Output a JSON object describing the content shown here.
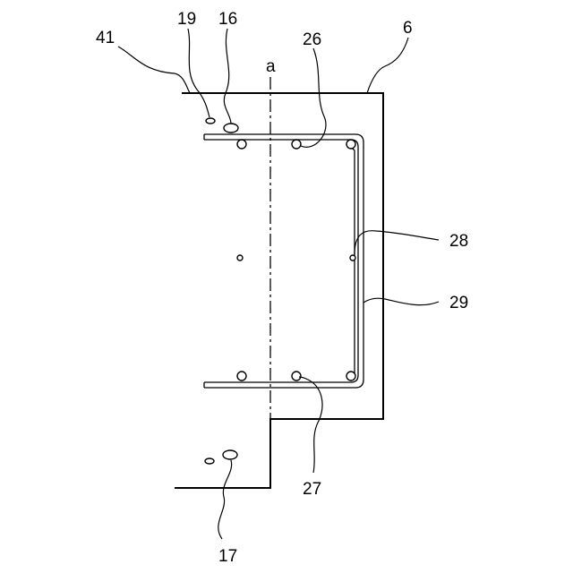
{
  "diagram": {
    "labels": {
      "l41": "41",
      "l19": "19",
      "l16": "16",
      "l26": "26",
      "l6": "6",
      "la": "a",
      "l28": "28",
      "l29": "29",
      "l27": "27",
      "l17": "17"
    }
  }
}
